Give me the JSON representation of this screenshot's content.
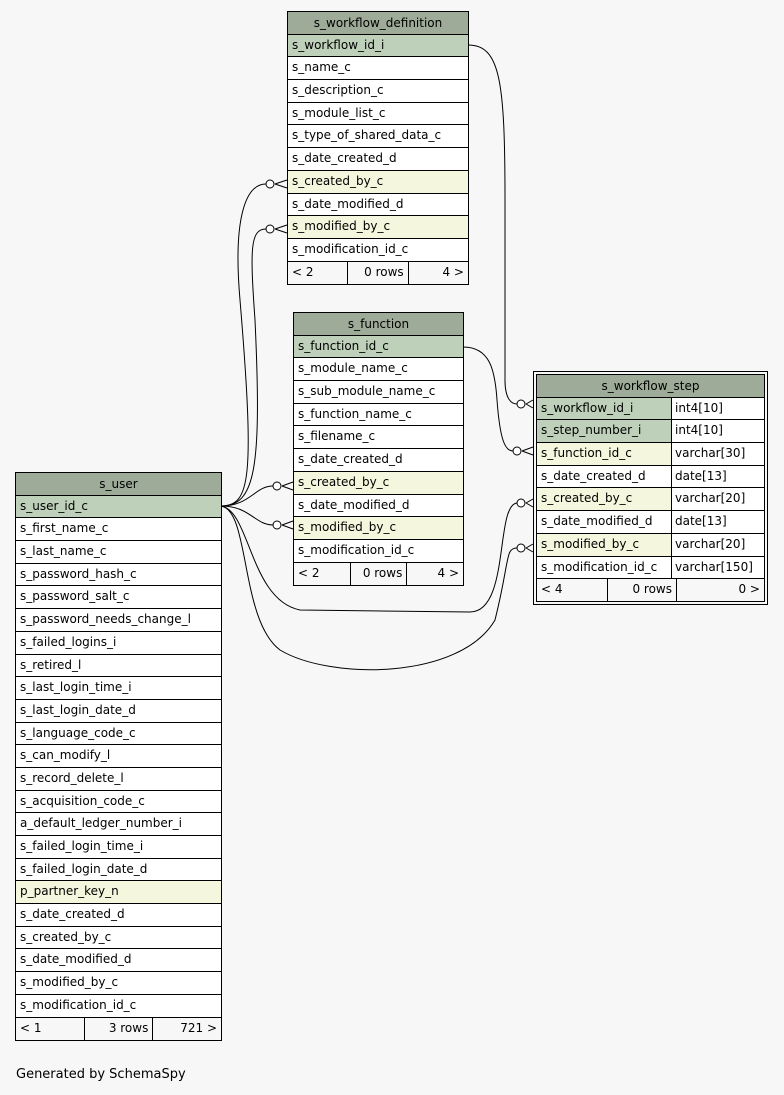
{
  "colors": {
    "header": "#9dab98",
    "primary_key": "#bfd0ba",
    "foreign_key": "#f4f7dd",
    "background": "#f7f7f7"
  },
  "tables": [
    {
      "id": "wd",
      "name": "s_workflow_definition",
      "columns": [
        {
          "name": "s_workflow_id_i",
          "kind": "pk"
        },
        {
          "name": "s_name_c"
        },
        {
          "name": "s_description_c"
        },
        {
          "name": "s_module_list_c"
        },
        {
          "name": "s_type_of_shared_data_c"
        },
        {
          "name": "s_date_created_d"
        },
        {
          "name": "s_created_by_c",
          "kind": "fk"
        },
        {
          "name": "s_date_modified_d"
        },
        {
          "name": "s_modified_by_c",
          "kind": "fk"
        },
        {
          "name": "s_modification_id_c"
        }
      ],
      "footer": {
        "parents": "< 2",
        "rows": "0 rows",
        "children": "4 >"
      }
    },
    {
      "id": "fn",
      "name": "s_function",
      "columns": [
        {
          "name": "s_function_id_c",
          "kind": "pk"
        },
        {
          "name": "s_module_name_c"
        },
        {
          "name": "s_sub_module_name_c"
        },
        {
          "name": "s_function_name_c"
        },
        {
          "name": "s_filename_c"
        },
        {
          "name": "s_date_created_d"
        },
        {
          "name": "s_created_by_c",
          "kind": "fk"
        },
        {
          "name": "s_date_modified_d"
        },
        {
          "name": "s_modified_by_c",
          "kind": "fk"
        },
        {
          "name": "s_modification_id_c"
        }
      ],
      "footer": {
        "parents": "< 2",
        "rows": "0 rows",
        "children": "4 >"
      }
    },
    {
      "id": "us",
      "name": "s_user",
      "columns": [
        {
          "name": "s_user_id_c",
          "kind": "pk"
        },
        {
          "name": "s_first_name_c"
        },
        {
          "name": "s_last_name_c"
        },
        {
          "name": "s_password_hash_c"
        },
        {
          "name": "s_password_salt_c"
        },
        {
          "name": "s_password_needs_change_l"
        },
        {
          "name": "s_failed_logins_i"
        },
        {
          "name": "s_retired_l"
        },
        {
          "name": "s_last_login_time_i"
        },
        {
          "name": "s_last_login_date_d"
        },
        {
          "name": "s_language_code_c"
        },
        {
          "name": "s_can_modify_l"
        },
        {
          "name": "s_record_delete_l"
        },
        {
          "name": "s_acquisition_code_c"
        },
        {
          "name": "a_default_ledger_number_i"
        },
        {
          "name": "s_failed_login_time_i"
        },
        {
          "name": "s_failed_login_date_d"
        },
        {
          "name": "p_partner_key_n",
          "kind": "fk"
        },
        {
          "name": "s_date_created_d"
        },
        {
          "name": "s_created_by_c"
        },
        {
          "name": "s_date_modified_d"
        },
        {
          "name": "s_modified_by_c"
        },
        {
          "name": "s_modification_id_c"
        }
      ],
      "footer": {
        "parents": "< 1",
        "rows": "3 rows",
        "children": "721 >"
      }
    },
    {
      "id": "ws",
      "name": "s_workflow_step",
      "focus": true,
      "columns": [
        {
          "name": "s_workflow_id_i",
          "kind": "pk",
          "type": "int4[10]"
        },
        {
          "name": "s_step_number_i",
          "kind": "pk",
          "type": "int4[10]"
        },
        {
          "name": "s_function_id_c",
          "kind": "fk",
          "type": "varchar[30]"
        },
        {
          "name": "s_date_created_d",
          "type": "date[13]"
        },
        {
          "name": "s_created_by_c",
          "kind": "fk",
          "type": "varchar[20]"
        },
        {
          "name": "s_date_modified_d",
          "type": "date[13]"
        },
        {
          "name": "s_modified_by_c",
          "kind": "fk",
          "type": "varchar[20]"
        },
        {
          "name": "s_modification_id_c",
          "type": "varchar[150]"
        }
      ],
      "footer": {
        "parents": "< 4",
        "rows": "0 rows",
        "children": "0 >"
      }
    }
  ],
  "credit": "Generated by SchemaSpy"
}
